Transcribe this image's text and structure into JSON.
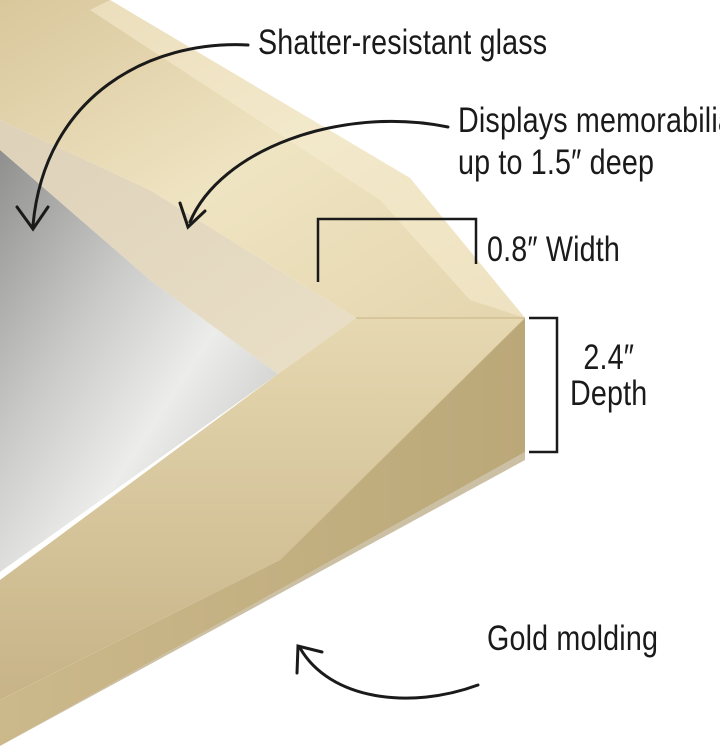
{
  "callouts": {
    "glass": "Shatter-resistant glass",
    "display_line1": "Displays memorabilia",
    "display_line2": "up to 1.5″ deep",
    "width": "0.8″ Width",
    "depth_line1": "2.4″",
    "depth_line2": "Depth",
    "molding": "Gold molding"
  },
  "icons": {
    "arrows": "curved-arrow-icon",
    "brackets": "dimension-bracket-icon"
  },
  "colors": {
    "frame_front_light": "#ece0bb",
    "frame_front_dark": "#c9b58a",
    "frame_side_light": "#d7c497",
    "frame_side_dark": "#b39f72",
    "backing_light": "#e9e9e7",
    "backing_dark": "#a9a9a7",
    "ink": "#1a1a1a"
  }
}
